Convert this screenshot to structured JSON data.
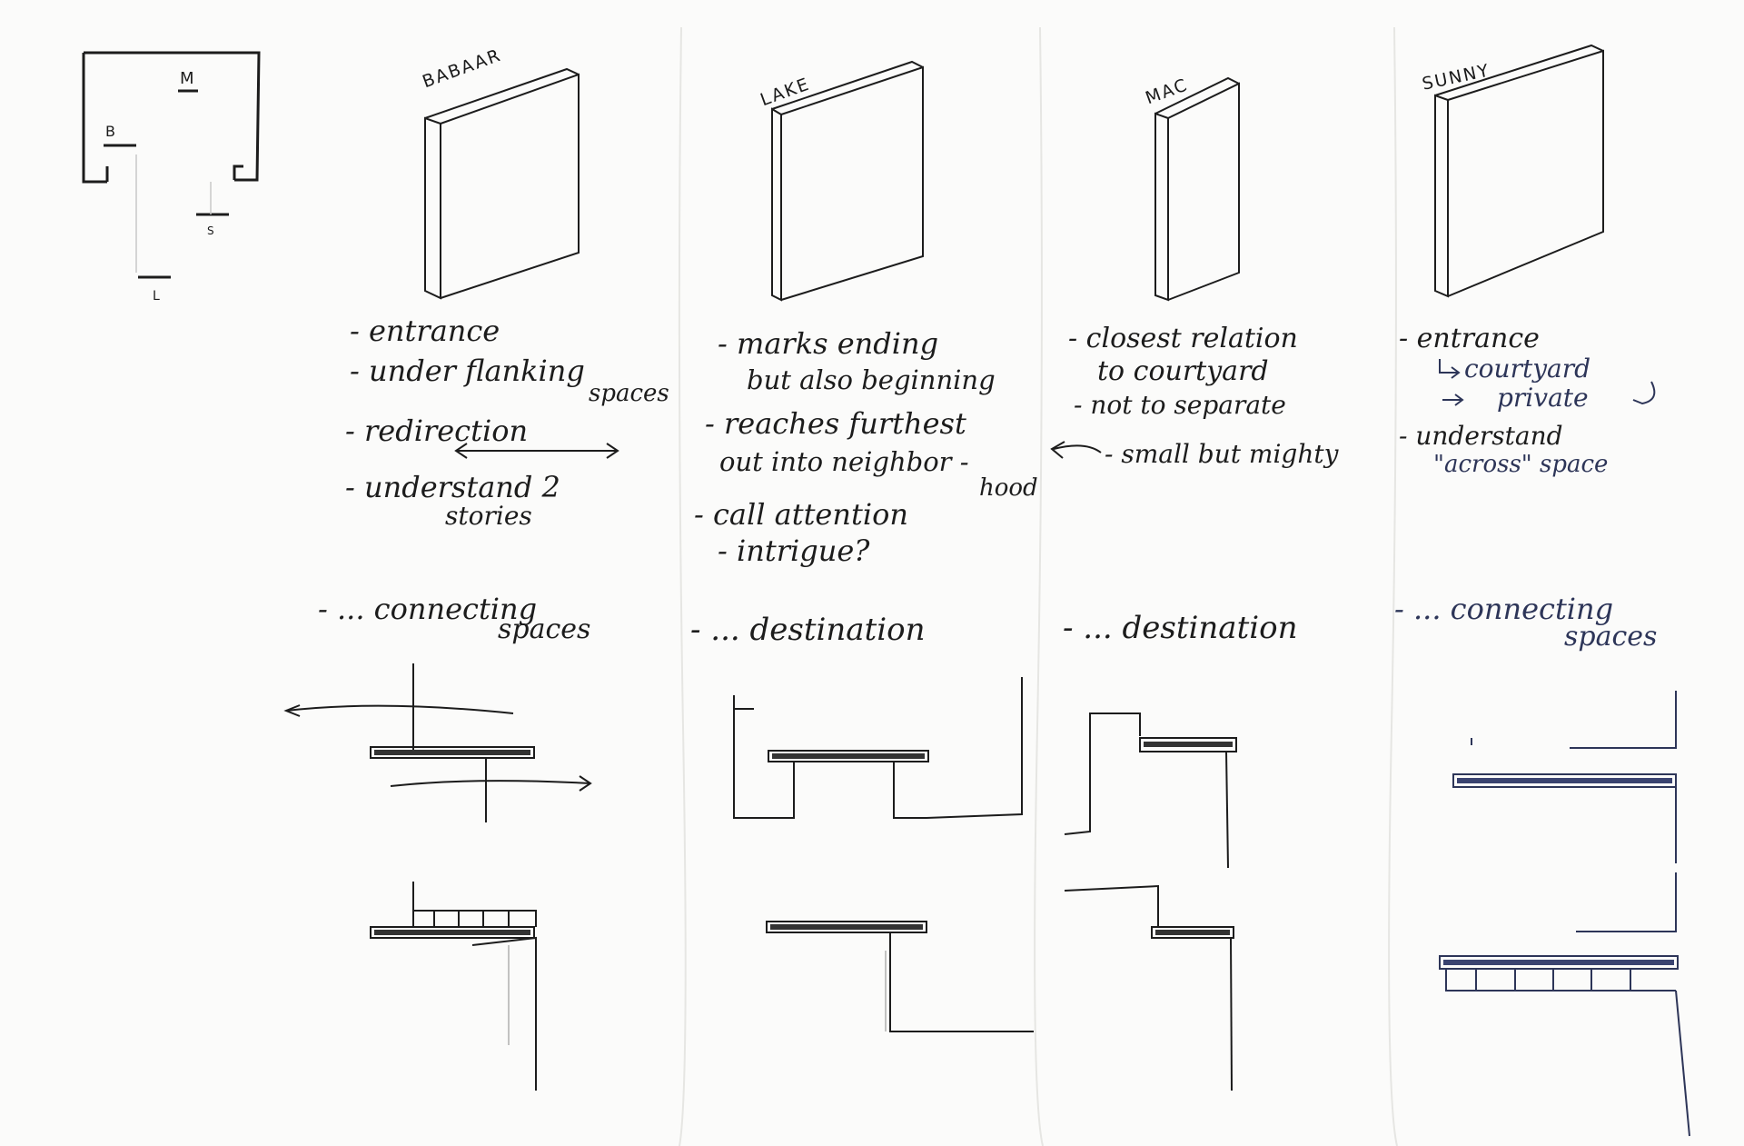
{
  "key_plan": {
    "labels": [
      "M",
      "B",
      "S",
      "L"
    ]
  },
  "columns": [
    {
      "name": "BABAAR",
      "notes": [
        "- entrance",
        "- under flanking",
        "spaces",
        "- redirection",
        "- understand 2",
        "stories"
      ],
      "summary": [
        "- ... connecting",
        "spaces"
      ]
    },
    {
      "name": "LAKE",
      "notes": [
        "- marks ending",
        "but also beginning",
        "- reaches furthest",
        "out into neighbor -",
        "hood",
        "- call attention",
        "- intrigue?"
      ],
      "summary": [
        "- ... destination"
      ]
    },
    {
      "name": "MAC",
      "notes": [
        "- closest relation",
        "to courtyard",
        "- not to separate",
        "- small but mighty"
      ],
      "summary": [
        "- ... destination"
      ]
    },
    {
      "name": "SUNNY",
      "notes": [
        "- entrance",
        "courtyard",
        "private",
        "- understand",
        "\"across\" space"
      ],
      "summary": [
        "- ... connecting",
        "spaces"
      ]
    }
  ],
  "colors": {
    "ink": "#1c1c1c",
    "blue_ink": "#2d3558",
    "paper": "#fbfbfa"
  }
}
